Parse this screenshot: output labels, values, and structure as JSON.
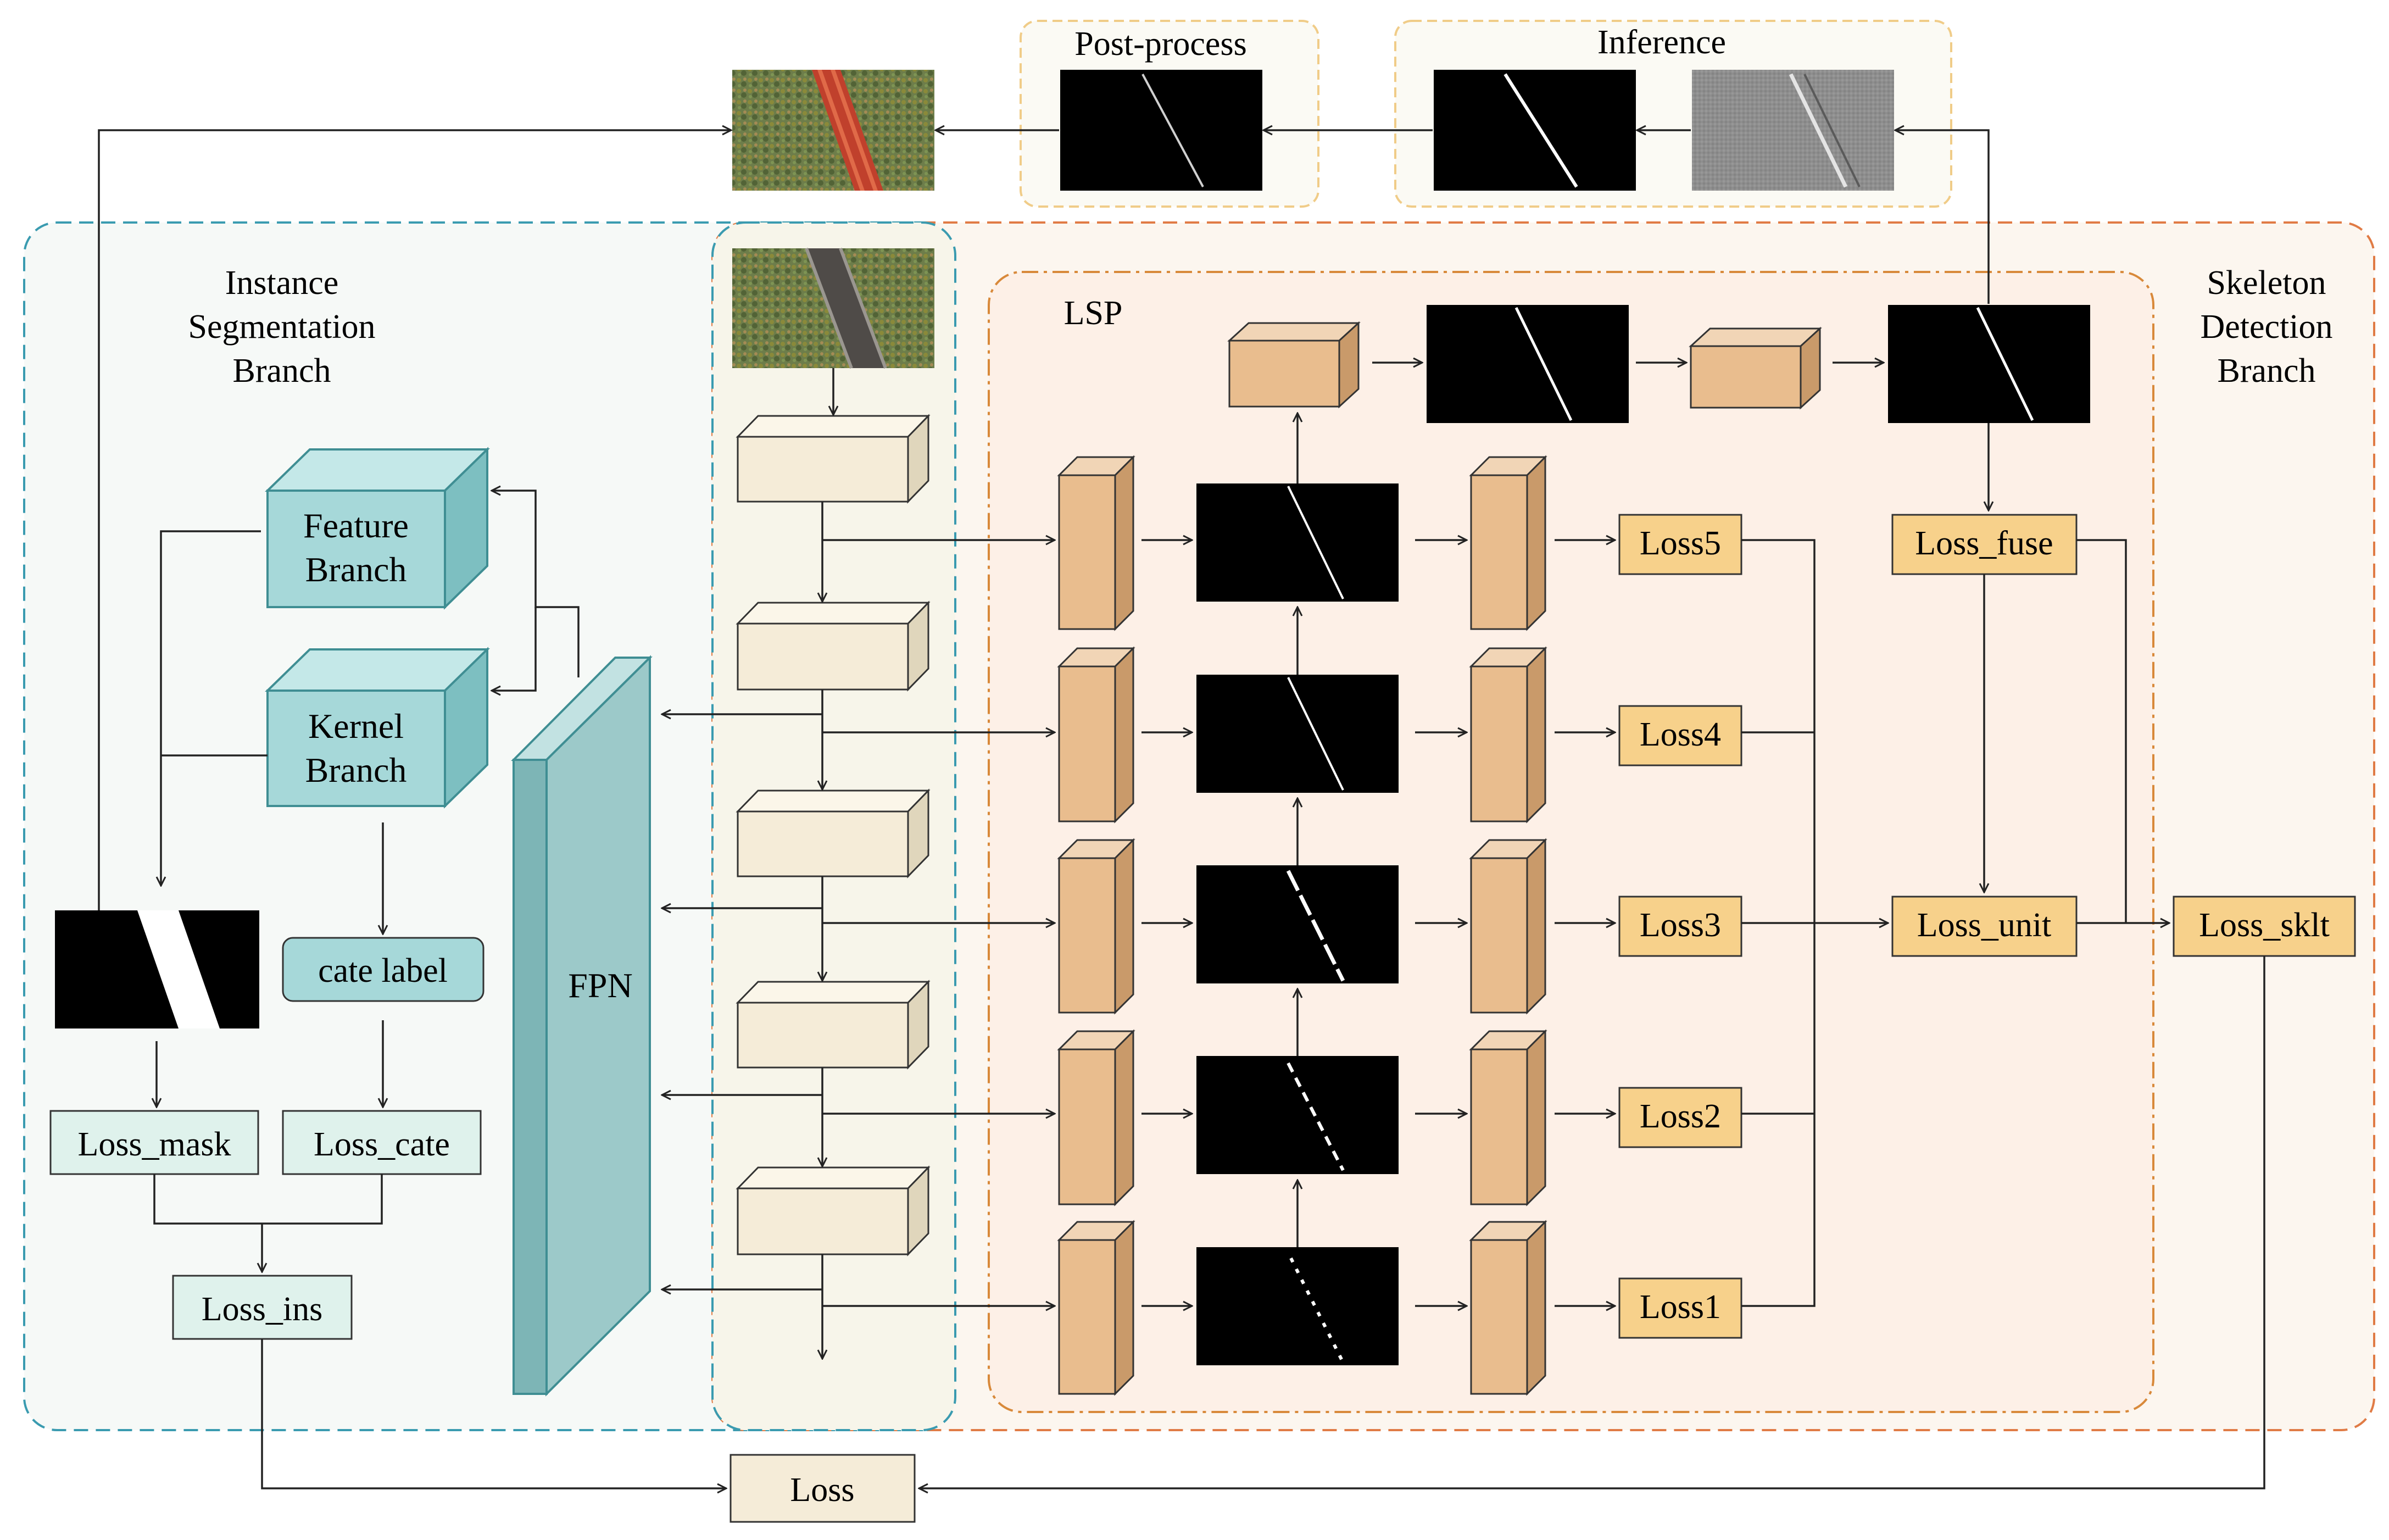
{
  "regions": {
    "post_process": "Post-process",
    "inference": "Inference",
    "instance_branch": [
      "Instance",
      "Segmentation",
      "Branch"
    ],
    "skeleton_branch": [
      "Skeleton",
      "Detection",
      "Branch"
    ],
    "lsp": "LSP"
  },
  "instance": {
    "feature_branch": [
      "Feature",
      "Branch"
    ],
    "kernel_branch": [
      "Kernel",
      "Branch"
    ],
    "fpn": "FPN",
    "cate_label": "cate label",
    "loss_mask": "Loss_mask",
    "loss_cate": "Loss_cate",
    "loss_ins": "Loss_ins"
  },
  "skeleton": {
    "stage_losses": [
      "Loss1",
      "Loss2",
      "Loss3",
      "Loss4",
      "Loss5"
    ],
    "loss_fuse": "Loss_fuse",
    "loss_unit": "Loss_unit",
    "loss_sklt": "Loss_sklt"
  },
  "total_loss": "Loss",
  "colors": {
    "teal_fill": "#a6d8d9",
    "teal_stroke": "#3f8e93",
    "fpn_fill": "#9cc9c9",
    "backbone_fill": "#f5ecd8",
    "orange_block": "#e9bd8e",
    "loss_orange": "#f7d18b",
    "loss_green": "#dff2ec",
    "loss_total": "#f5ecd8",
    "blue_dash": "#3a9bb0",
    "red_dash": "#e07b45",
    "lsp_dash": "#d8893a",
    "top_dash": "#f0cc88"
  }
}
